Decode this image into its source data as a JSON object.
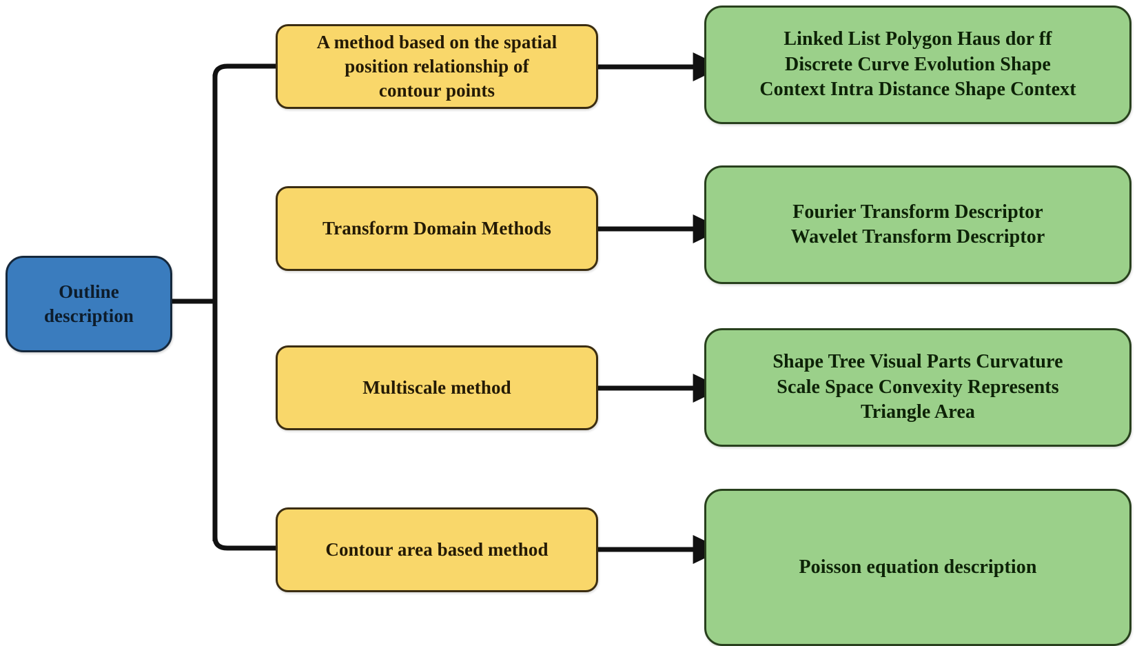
{
  "diagram": {
    "title": "Outline description methods taxonomy",
    "colors": {
      "root_fill": "#3a7cbe",
      "root_stroke": "#15283c",
      "category_fill": "#f9d76a",
      "category_stroke": "#3b2d12",
      "detail_fill": "#9bd08a",
      "detail_stroke": "#28401d",
      "connector": "#111111",
      "background": "#ffffff"
    },
    "root": {
      "label": "Outline\ndescription"
    },
    "branches": [
      {
        "category": "A method based on the spatial\nposition relationship of\ncontour points",
        "detail": "Linked List Polygon Haus dor ff\nDiscrete Curve Evolution Shape\nContext Intra Distance Shape Context"
      },
      {
        "category": "Transform Domain Methods",
        "detail": "Fourier Transform Descriptor\nWavelet Transform Descriptor"
      },
      {
        "category": "Multiscale method",
        "detail": "Shape Tree Visual Parts Curvature\nScale Space Convexity Represents\nTriangle Area"
      },
      {
        "category": "Contour area based method",
        "detail": "Poisson equation description"
      }
    ]
  }
}
